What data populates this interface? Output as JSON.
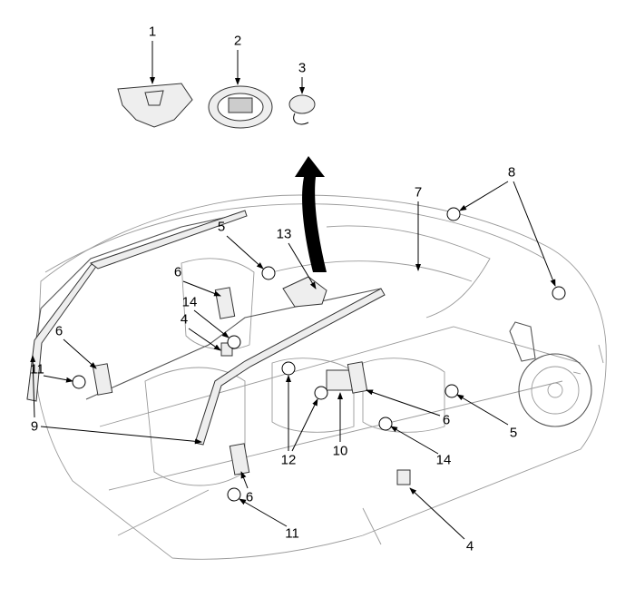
{
  "diagram": {
    "title": "Airbag system component locations",
    "labels": [
      "1",
      "2",
      "3",
      "8",
      "7",
      "5",
      "13",
      "6",
      "14",
      "4",
      "11",
      "6",
      "9",
      "12",
      "10",
      "6",
      "5",
      "14",
      "6",
      "4",
      "11"
    ]
  }
}
